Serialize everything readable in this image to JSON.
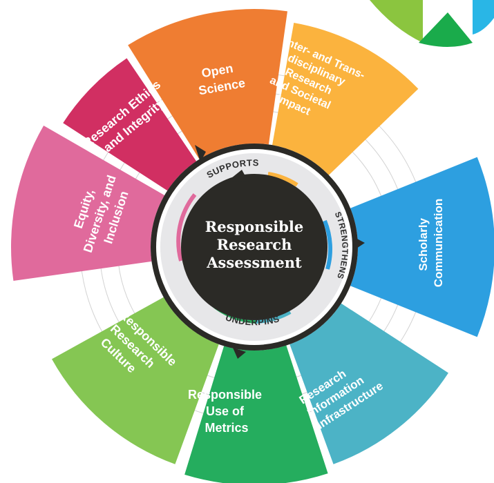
{
  "center": {
    "lines": [
      "Responsible",
      "Research",
      "Assessment"
    ]
  },
  "relations": [
    {
      "id": "supports",
      "label": "SUPPORTS"
    },
    {
      "id": "strengthens",
      "label": "STRENGTHENS"
    },
    {
      "id": "underpins",
      "label": "UNDERPINS"
    }
  ],
  "segments": [
    {
      "id": "open-science",
      "color": "#ef7d32",
      "lines": [
        "Open",
        "Science"
      ]
    },
    {
      "id": "inter-transdisciplinary",
      "color": "#fbb33e",
      "lines": [
        "Inter- and Trans-",
        "disciplinary",
        "Research",
        "and Societal",
        "Impact"
      ]
    },
    {
      "id": "scholarly-communication",
      "color": "#2d9fe0",
      "lines": [
        "Scholarly",
        "Communication"
      ]
    },
    {
      "id": "research-information-infrastructure",
      "color": "#4cb3c6",
      "lines": [
        "Research",
        "Information",
        "Infrastructure"
      ]
    },
    {
      "id": "responsible-use-of-metrics",
      "color": "#25ad5e",
      "lines": [
        "Responsible",
        "Use of",
        "Metrics"
      ]
    },
    {
      "id": "responsible-research-culture",
      "color": "#85c653",
      "lines": [
        "Responsible",
        "Research",
        "Culture"
      ]
    },
    {
      "id": "equity-diversity-inclusion",
      "color": "#e06a9c",
      "lines": [
        "Equity,",
        "Diversity, and",
        "Inclusion"
      ]
    },
    {
      "id": "research-ethics-integrity",
      "color": "#d12f62",
      "lines": [
        "Research Ethics",
        "and Integrity"
      ]
    }
  ],
  "colors": {
    "ring_grey": "#e7e7e9",
    "dark": "#2b2a26",
    "thin_rings": "#d2d2d2",
    "logo_green_light": "#8bc53f",
    "logo_green": "#1aab4b",
    "logo_blue": "#29b6e6"
  }
}
